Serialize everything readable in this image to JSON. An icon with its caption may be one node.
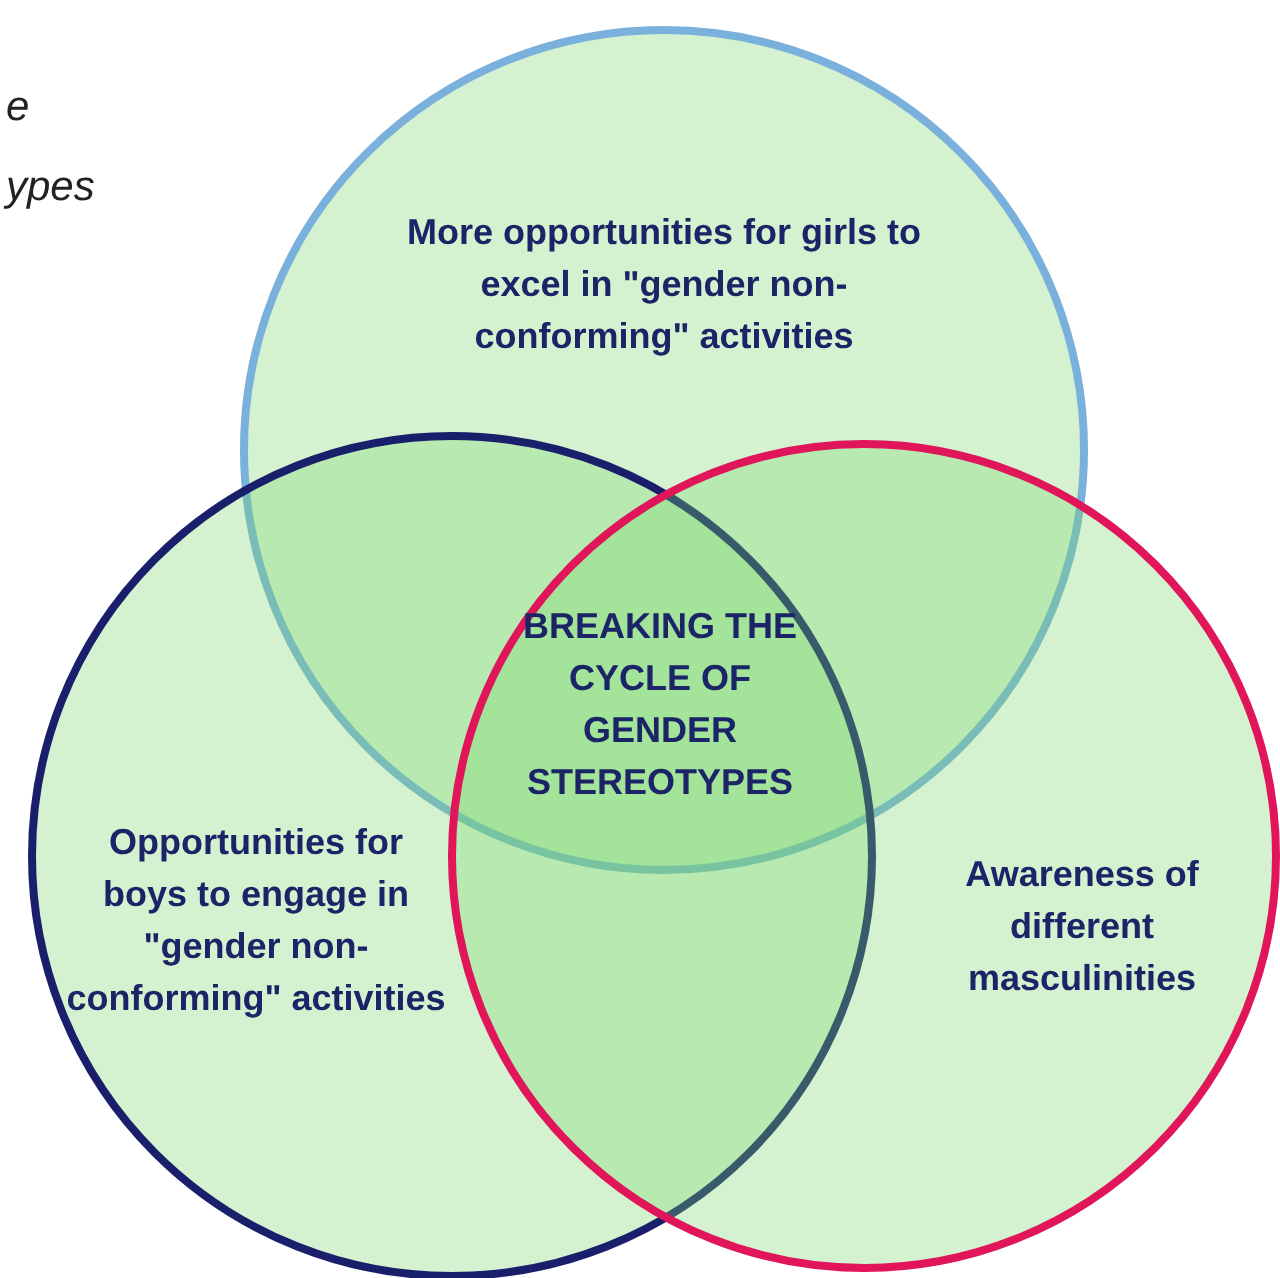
{
  "diagram": {
    "nodes": [
      {
        "text": [
          "More opportunities for girls to excel in \"gender non-conforming\" activities"
        ]
      },
      {
        "text": [
          "Opportunities for boys to engage in \"gender non-conforming\" activities"
        ]
      },
      {
        "text": [
          "Awareness of different masculinities"
        ]
      },
      {
        "text": [
          "BREAKING THE CYCLE OF GENDER STEREOTYPES"
        ]
      }
    ],
    "edges": [],
    "labels": [
      "e",
      "ypes"
    ]
  }
}
